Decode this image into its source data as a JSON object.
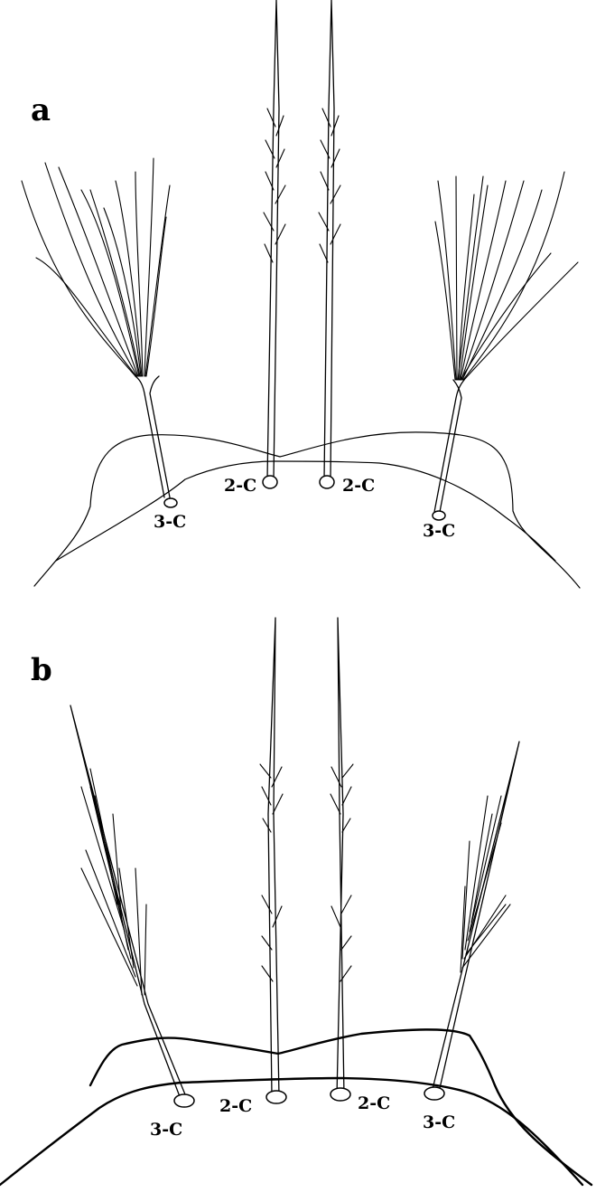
{
  "panels": [
    {
      "letter": "a",
      "labels": {
        "left_3c": "3-C",
        "left_2c": "2-C",
        "right_2c": "2-C",
        "right_3c": "3-C"
      }
    },
    {
      "letter": "b",
      "labels": {
        "left_3c": "3-C",
        "left_2c": "2-C",
        "right_2c": "2-C",
        "right_3c": "3-C"
      }
    }
  ]
}
